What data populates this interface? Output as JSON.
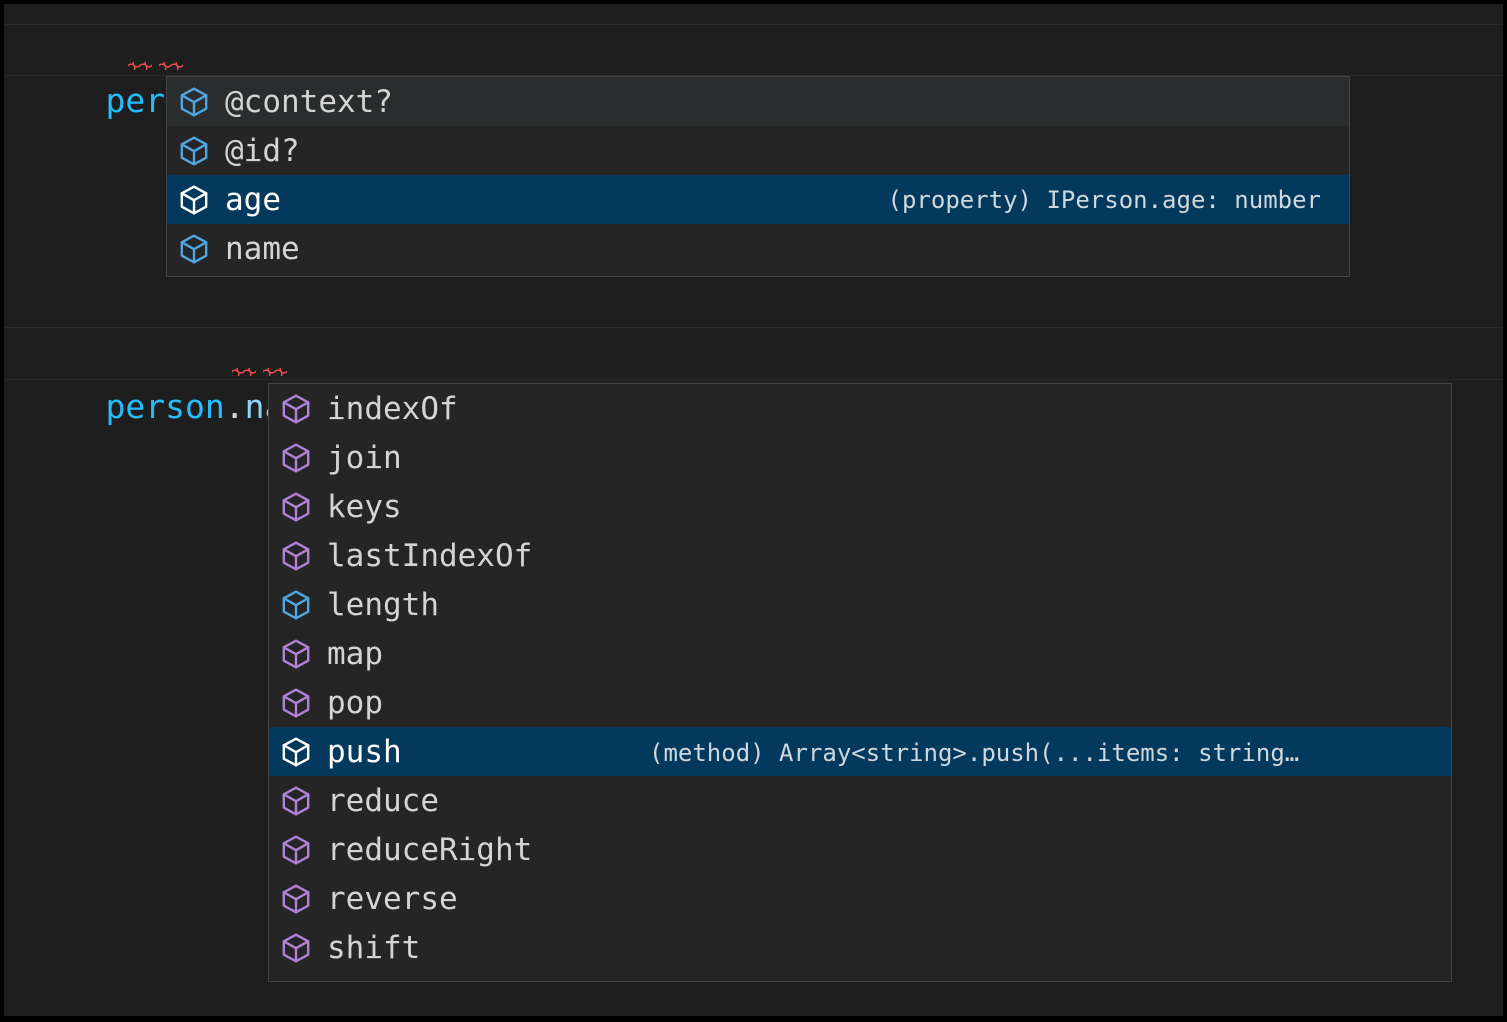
{
  "theme": {
    "editor_background": "#1e1e1e",
    "widget_background": "#252526",
    "widget_border": "#454545",
    "selected_row_background": "#04395e",
    "hovered_row_background": "#2a2d2e",
    "foreground": "#d4d4d4",
    "object_token_color": "#25bdfc",
    "property_token_color": "#8fd4f7",
    "error_squiggle_color": "#f14c4c",
    "property_icon_color": "#4fa6e0",
    "method_icon_color": "#b180d7"
  },
  "editor": {
    "lines": [
      {
        "id": "line-1",
        "segments": [
          {
            "text": "person",
            "kind": "object"
          },
          {
            "text": ".;",
            "kind": "punct"
          }
        ],
        "plain": "person.;",
        "has_error_squiggle": true
      },
      {
        "id": "line-2",
        "segments": [
          {
            "text": "person",
            "kind": "object"
          },
          {
            "text": ".",
            "kind": "punct"
          },
          {
            "text": "name",
            "kind": "property"
          },
          {
            "text": ".;",
            "kind": "punct"
          }
        ],
        "plain": "person.name.;",
        "has_error_squiggle": true
      }
    ]
  },
  "suggest_widgets": [
    {
      "id": "suggest-1",
      "name": "completion-list-person",
      "items": [
        {
          "label": "@context?",
          "icon": "property-cube-icon",
          "icon_kind": "property",
          "state": "hovered",
          "detail": ""
        },
        {
          "label": "@id?",
          "icon": "property-cube-icon",
          "icon_kind": "property",
          "state": "normal",
          "detail": ""
        },
        {
          "label": "age",
          "icon": "property-cube-icon",
          "icon_kind": "property",
          "state": "focused",
          "detail": "(property) IPerson.age: number"
        },
        {
          "label": "name",
          "icon": "property-cube-icon",
          "icon_kind": "property",
          "state": "normal",
          "detail": ""
        }
      ]
    },
    {
      "id": "suggest-2",
      "name": "completion-list-person-name",
      "items": [
        {
          "label": "indexOf",
          "icon": "method-cube-icon",
          "icon_kind": "method",
          "state": "normal",
          "detail": ""
        },
        {
          "label": "join",
          "icon": "method-cube-icon",
          "icon_kind": "method",
          "state": "normal",
          "detail": ""
        },
        {
          "label": "keys",
          "icon": "method-cube-icon",
          "icon_kind": "method",
          "state": "normal",
          "detail": ""
        },
        {
          "label": "lastIndexOf",
          "icon": "method-cube-icon",
          "icon_kind": "method",
          "state": "normal",
          "detail": ""
        },
        {
          "label": "length",
          "icon": "property-cube-icon",
          "icon_kind": "property",
          "state": "normal",
          "detail": ""
        },
        {
          "label": "map",
          "icon": "method-cube-icon",
          "icon_kind": "method",
          "state": "normal",
          "detail": ""
        },
        {
          "label": "pop",
          "icon": "method-cube-icon",
          "icon_kind": "method",
          "state": "normal",
          "detail": ""
        },
        {
          "label": "push",
          "icon": "method-cube-icon",
          "icon_kind": "method",
          "state": "focused",
          "detail": "(method) Array<string>.push(...items: string…"
        },
        {
          "label": "reduce",
          "icon": "method-cube-icon",
          "icon_kind": "method",
          "state": "normal",
          "detail": ""
        },
        {
          "label": "reduceRight",
          "icon": "method-cube-icon",
          "icon_kind": "method",
          "state": "normal",
          "detail": ""
        },
        {
          "label": "reverse",
          "icon": "method-cube-icon",
          "icon_kind": "method",
          "state": "normal",
          "detail": ""
        },
        {
          "label": "shift",
          "icon": "method-cube-icon",
          "icon_kind": "method",
          "state": "normal",
          "detail": ""
        }
      ]
    }
  ]
}
